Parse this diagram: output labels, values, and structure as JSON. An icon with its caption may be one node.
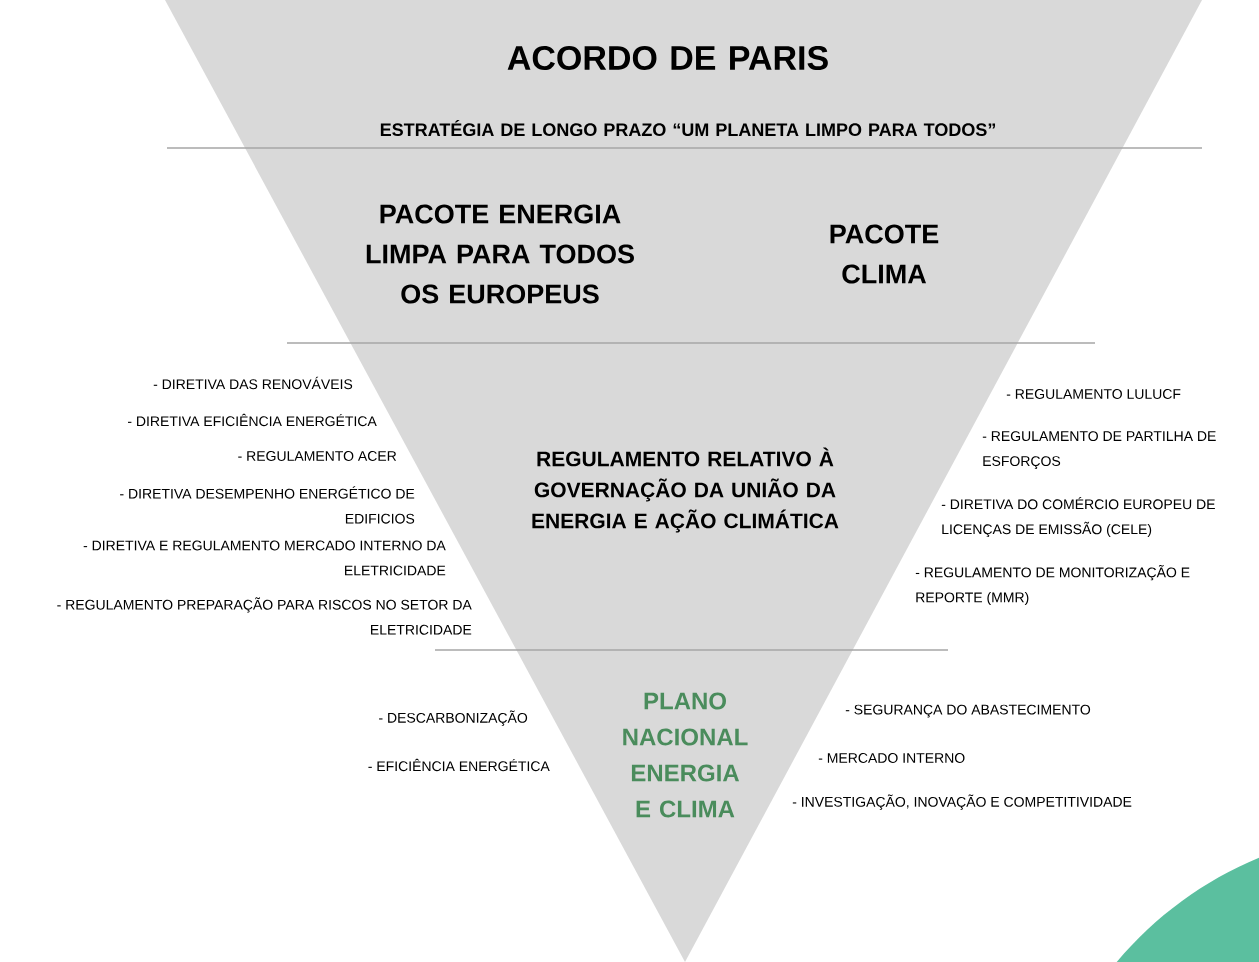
{
  "diagram": {
    "nodes": [
      {
        "text": [
          "ACORDO DE PARIS",
          "ESTRATÉGIA DE LONGO PRAZO “UM PLANETA LIMPO PARA TODOS”",
          "PACOTE ENERGIA LIMPA PARA TODOS OS EUROPEUS",
          "PACOTE CLIMA",
          "REGULAMENTO RELATIVO À GOVERNAÇÃO DA UNIÃO DA ENERGIA E AÇÃO CLIMÁTICA",
          "PLANO NACIONAL ENERGIA E CLIMA"
        ]
      }
    ],
    "labels": [
      "- DIRETIVA DAS RENOVÁVEIS",
      "- DIRETIVA EFICIÊNCIA ENERGÉTICA",
      "- REGULAMENTO ACER",
      "- DIRETIVA DESEMPENHO ENERGÉTICO DE EDIFICIOS",
      "- DIRETIVA E REGULAMENTO MERCADO INTERNO DA ELETRICIDADE",
      "- REGULAMENTO PREPARAÇÃO PARA RISCOS NO SETOR DA ELETRICIDADE",
      "- REGULAMENTO LULUCF",
      "- REGULAMENTO DE PARTILHA DE ESFORÇOS",
      "- DIRETIVA DO COMÉRCIO EUROPEU DE LICENÇAS DE EMISSÃO (CELE)",
      "- REGULAMENTO DE MONITORIZAÇÃO E REPORTE (MMR)",
      "- DESCARBONIZAÇÃO",
      "- EFICIÊNCIA ENERGÉTICA",
      "- SEGURANÇA DO ABASTECIMENTO",
      "- MERCADO INTERNO",
      "- INVESTIGAÇÃO, INOVAÇÃO E COMPETITIVIDADE"
    ]
  }
}
